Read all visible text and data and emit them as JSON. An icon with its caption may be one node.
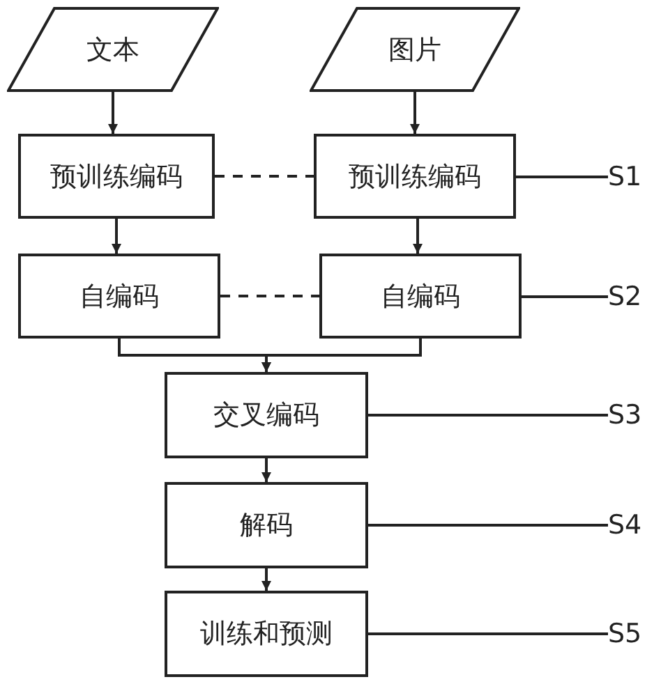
{
  "diagram": {
    "nodes": [
      {
        "text": [
          "文本"
        ]
      },
      {
        "text": [
          "图片"
        ]
      },
      {
        "text": [
          "预训练编码"
        ]
      },
      {
        "text": [
          "预训练编码"
        ]
      },
      {
        "text": [
          "自编码"
        ]
      },
      {
        "text": [
          "自编码"
        ]
      },
      {
        "text": [
          "交叉编码"
        ]
      },
      {
        "text": [
          "解码"
        ]
      },
      {
        "text": [
          "训练和预测"
        ]
      },
      {
        "text": [
          "S1"
        ]
      },
      {
        "text": [
          "S2"
        ]
      },
      {
        "text": [
          "S3"
        ]
      },
      {
        "text": [
          "S4"
        ]
      },
      {
        "text": [
          "S5"
        ]
      }
    ],
    "edges": [
      {
        "from": 0,
        "to": 2,
        "arrow": "to"
      },
      {
        "from": 1,
        "to": 3,
        "arrow": "to"
      },
      {
        "from": 2,
        "to": 3,
        "arrow": "none",
        "style": "dashed"
      },
      {
        "from": 2,
        "to": 4,
        "arrow": "to"
      },
      {
        "from": 3,
        "to": 5,
        "arrow": "to"
      },
      {
        "from": 4,
        "to": 5,
        "arrow": "none",
        "style": "dashed"
      },
      {
        "from": 4,
        "to": 6,
        "arrow": "to"
      },
      {
        "from": 5,
        "to": 6,
        "arrow": "to"
      },
      {
        "from": 6,
        "to": 7,
        "arrow": "to"
      },
      {
        "from": 7,
        "to": 8,
        "arrow": "to"
      },
      {
        "from": 9,
        "to": 3,
        "arrow": "none"
      },
      {
        "from": 10,
        "to": 5,
        "arrow": "none"
      },
      {
        "from": 11,
        "to": 6,
        "arrow": "none"
      },
      {
        "from": 12,
        "to": 7,
        "arrow": "none"
      },
      {
        "from": 13,
        "to": 8,
        "arrow": "none"
      }
    ]
  }
}
